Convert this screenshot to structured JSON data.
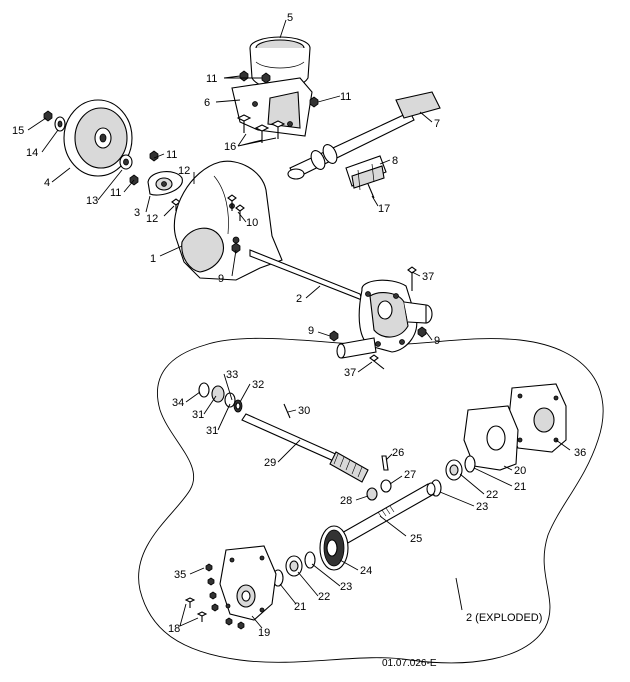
{
  "diagram": {
    "drawing_code": "01.07.026-E",
    "exploded_label": "2 (EXPLODED)",
    "callouts": {
      "c1": "1",
      "c2": "2",
      "c3": "3",
      "c4": "4",
      "c5": "5",
      "c6": "6",
      "c7": "7",
      "c8": "8",
      "c9": "9",
      "c10": "10",
      "c11": "11",
      "c12": "12",
      "c13": "13",
      "c14": "14",
      "c15": "15",
      "c16": "16",
      "c17": "17",
      "c18": "18",
      "c19": "19",
      "c20": "20",
      "c21": "21",
      "c22": "22",
      "c23": "23",
      "c24": "24",
      "c25": "25",
      "c26": "26",
      "c27": "27",
      "c28": "28",
      "c29": "29",
      "c30": "30",
      "c31": "31",
      "c32": "32",
      "c33": "33",
      "c34": "34",
      "c35": "35",
      "c36": "36",
      "c37": "37"
    }
  }
}
